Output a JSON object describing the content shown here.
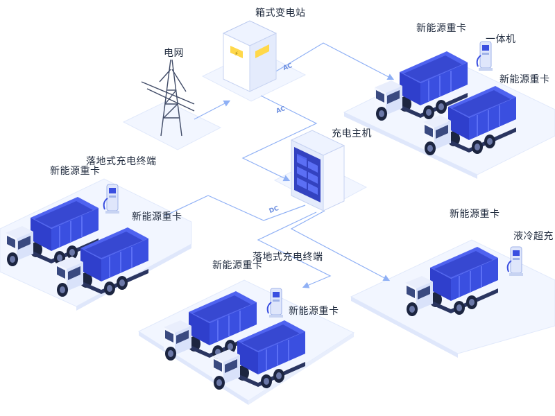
{
  "labels": {
    "grid": "电网",
    "box_substation": "箱式变电站",
    "charging_host": "充电主机",
    "truck_tr1": "新能源重卡",
    "integrated": "一体机",
    "truck_tr2": "新能源重卡",
    "floor_terminal_left": "落地式充电终端",
    "truck_l1": "新能源重卡",
    "truck_l2": "新能源重卡",
    "floor_terminal_center": "落地式充电终端",
    "truck_c1": "新能源重卡",
    "truck_c2": "新能源重卡",
    "truck_r": "新能源重卡",
    "liquid_cooled": "液冷超充"
  },
  "connections": {
    "ac_top": "AC",
    "ac_mid": "AC",
    "dc": "DC"
  },
  "colors": {
    "platform_top": "#f2f6ff",
    "platform_side": "#dfe7fb",
    "truck_blue": "#3a4fe0",
    "truck_dark": "#2433b8",
    "cabin_white": "#f4f7ff",
    "line": "#8fb0f5",
    "text": "#1f2a3d"
  }
}
